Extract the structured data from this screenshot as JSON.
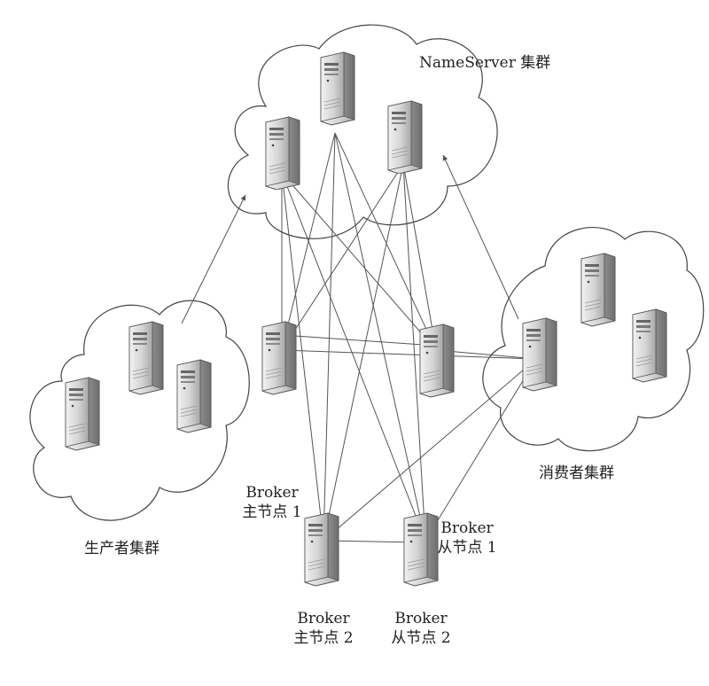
{
  "labels": {
    "nameserver_cluster": "NameServer 集群",
    "producer_cluster": "生产者集群",
    "consumer_cluster": "消费者集群",
    "broker_master_1": {
      "line1": "Broker",
      "line2": "主节点 1"
    },
    "broker_slave_1": {
      "line1": "Broker",
      "line2": "从节点 1"
    },
    "broker_master_2": {
      "line1": "Broker",
      "line2": "主节点 2"
    },
    "broker_slave_2": {
      "line1": "Broker",
      "line2": "从节点 2"
    }
  },
  "colors": {
    "line": "#555555",
    "cloud_stroke": "#444444",
    "server_body": "#d9d9d9",
    "server_dark": "#9a9a9a"
  },
  "icons": [
    "server-icon",
    "cloud-shape"
  ]
}
